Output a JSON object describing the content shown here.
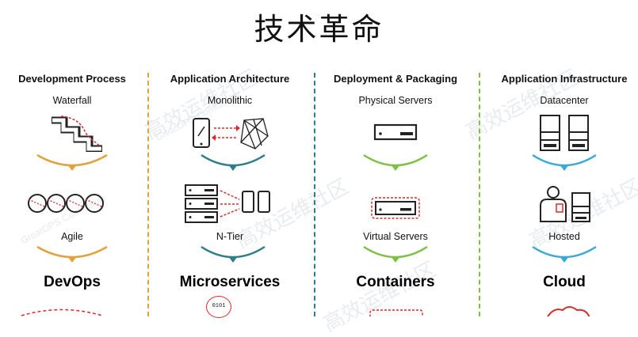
{
  "title": "技术革命",
  "watermark": {
    "cn": "高效运维社区",
    "en": "GreatOPS Community"
  },
  "colors": {
    "orange": "#e0a33a",
    "teal": "#2e7d8a",
    "green": "#7cc142",
    "blue": "#39a9d6",
    "red": "#d92b2b"
  },
  "columns": [
    {
      "heading": "Development Process",
      "item1": "Waterfall",
      "item2": "Agile",
      "result": "DevOps"
    },
    {
      "heading": "Application Architecture",
      "item1": "Monolithic",
      "item2": "N-Tier",
      "result": "Microservices"
    },
    {
      "heading": "Deployment & Packaging",
      "item1": "Physical Servers",
      "item2": "Virtual Servers",
      "result": "Containers"
    },
    {
      "heading": "Application Infrastructure",
      "item1": "Datacenter",
      "item2": "Hosted",
      "result": "Cloud"
    }
  ],
  "microservices_icon_text": "0101"
}
